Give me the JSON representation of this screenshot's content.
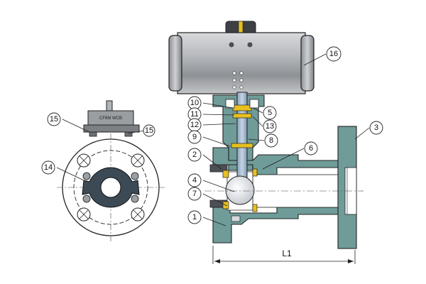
{
  "diagram": {
    "callouts": [
      {
        "id": "c1",
        "label": "1"
      },
      {
        "id": "c2",
        "label": "2"
      },
      {
        "id": "c3",
        "label": "3"
      },
      {
        "id": "c4",
        "label": "4"
      },
      {
        "id": "c5",
        "label": "5"
      },
      {
        "id": "c6",
        "label": "6"
      },
      {
        "id": "c7",
        "label": "7"
      },
      {
        "id": "c8",
        "label": "8"
      },
      {
        "id": "c9",
        "label": "9"
      },
      {
        "id": "c10",
        "label": "10"
      },
      {
        "id": "c11",
        "label": "11"
      },
      {
        "id": "c12",
        "label": "12"
      },
      {
        "id": "c13",
        "label": "13"
      },
      {
        "id": "c14",
        "label": "14"
      },
      {
        "id": "c15a",
        "label": "15"
      },
      {
        "id": "c15b",
        "label": "15"
      },
      {
        "id": "c16",
        "label": "16"
      }
    ],
    "dimension_label": "L1",
    "body_marking": "CF8M WCB",
    "colors": {
      "body_teal": "#6f9c98",
      "actuator_gray": "#a9acb0",
      "stem_blue": "#9db4cc",
      "seal_yellow": "#e8c020",
      "outline": "#222222"
    }
  }
}
